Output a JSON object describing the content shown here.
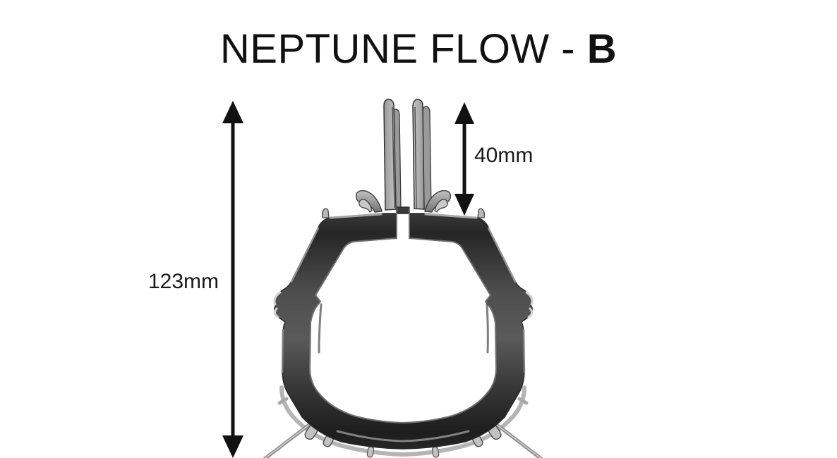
{
  "title": {
    "main": "NEPTUNE FLOW - ",
    "variant": "B"
  },
  "dimensions": {
    "overall_height": {
      "label": "123mm"
    },
    "fin_height": {
      "label": "40mm"
    }
  },
  "figure": {
    "name": "neptune-flow-b-seal-profile-cross-section",
    "colors": {
      "background": "#ffffff",
      "arrow": "#111111",
      "text": "#1a1a1a",
      "body_dark": "#2c2c2c",
      "body_mid": "#535353",
      "metal_light": "#bdbdbd",
      "metal_sheen": "#e3e3e3"
    }
  }
}
